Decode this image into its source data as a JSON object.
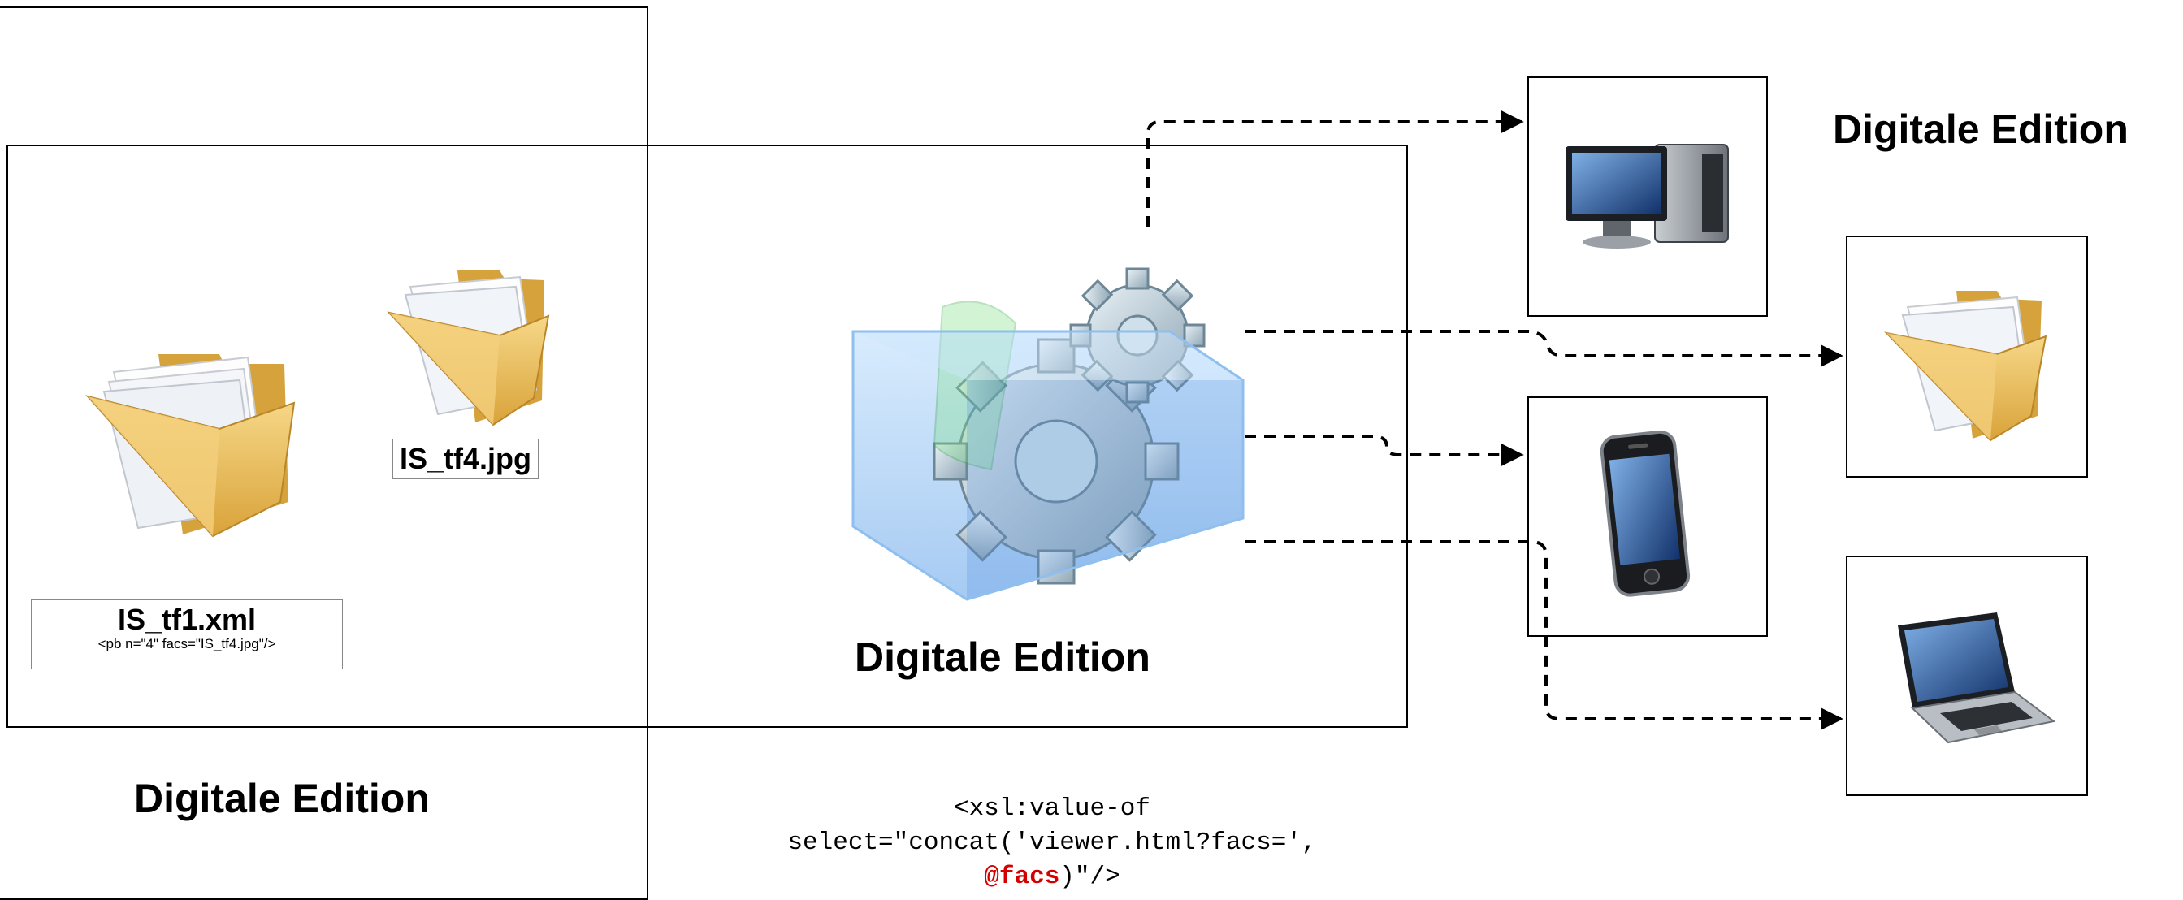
{
  "labels": {
    "title_left": "Digitale Edition",
    "title_center": "Digitale Edition",
    "title_right": "Digitale Edition"
  },
  "files": {
    "xml_name": "IS_tf1.xml",
    "xml_snippet": "<pb n=\"4\" facs=\"IS_tf4.jpg\"/>",
    "jpg_name": "IS_tf4.jpg"
  },
  "code": {
    "line1": "<xsl:value-of",
    "line2": "select=\"concat('viewer.html?facs=',",
    "line3_highlight": "@facs",
    "line3_rest": ")\"/>"
  },
  "icons": {
    "folder_large": "folder-icon",
    "folder_small": "folder-icon",
    "processor": "gears-box-icon",
    "desktop": "desktop-computer-icon",
    "folder_output": "folder-icon",
    "phone": "smartphone-icon",
    "laptop": "laptop-icon"
  },
  "colors": {
    "folder_fill": "#f0c060",
    "folder_dark": "#c8962a",
    "box_blue": "#7fb6f0",
    "code_highlight": "#d40000"
  }
}
